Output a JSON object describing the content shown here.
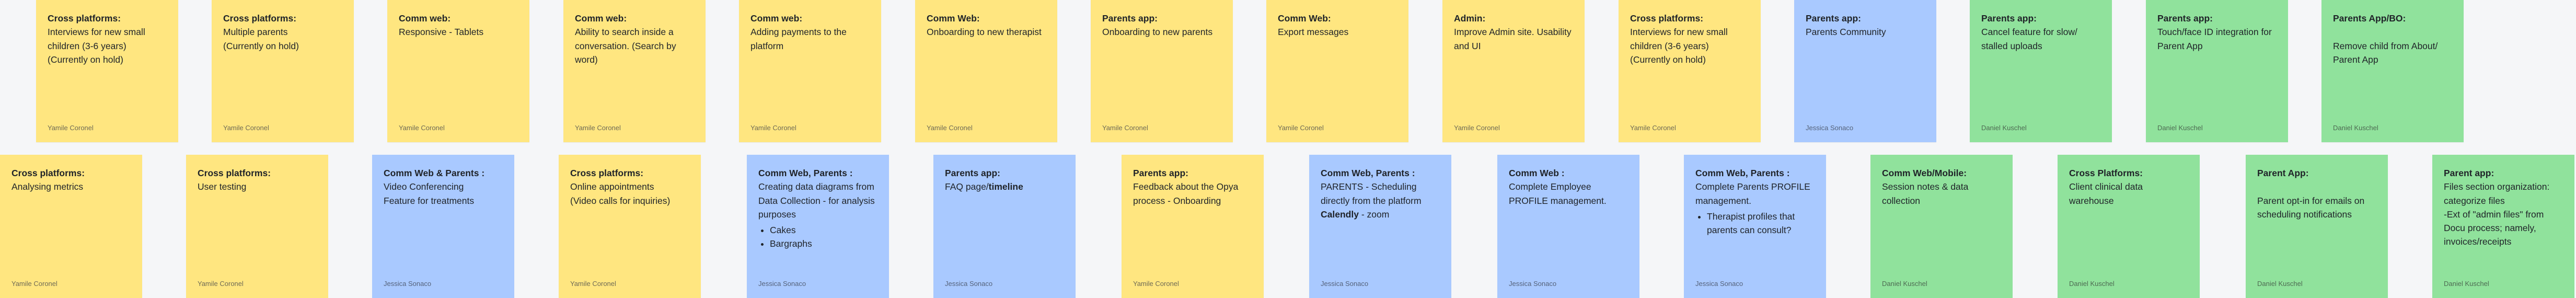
{
  "colors": {
    "background": "#f5f6f8",
    "yellow": "#ffe680",
    "blue": "#a9c9ff",
    "green": "#90e29c"
  },
  "row1": [
    {
      "color": "yellow",
      "title": "Cross platforms:",
      "body": "Interviews for new small children (3-6 years)\n(Currently on hold)",
      "author": "Yamile Coronel"
    },
    {
      "color": "yellow",
      "title": "Cross platforms:",
      "body": "Multiple parents\n(Currently on hold)",
      "author": "Yamile Coronel"
    },
    {
      "color": "yellow",
      "title": "Comm web:",
      "body": "Responsive - Tablets",
      "author": "Yamile Coronel"
    },
    {
      "color": "yellow",
      "title": "Comm web:",
      "body": "Ability to search inside a conversation. (Search by word)",
      "author": "Yamile Coronel"
    },
    {
      "color": "yellow",
      "title": "Comm web:",
      "body": "Adding payments to the platform",
      "author": "Yamile Coronel"
    },
    {
      "color": "yellow",
      "title": "Comm Web:",
      "body": "Onboarding to new therapist",
      "author": "Yamile Coronel"
    },
    {
      "color": "yellow",
      "title": "Parents app:",
      "body": "Onboarding to new parents",
      "author": "Yamile Coronel"
    },
    {
      "color": "yellow",
      "title": "Comm Web:",
      "body": "Export messages",
      "author": "Yamile Coronel"
    },
    {
      "color": "yellow",
      "title": "Admin:",
      "body": "Improve Admin site. Usability and UI",
      "author": "Yamile Coronel"
    },
    {
      "color": "yellow",
      "title": "Cross platforms:",
      "body": "Interviews for new small children (3-6 years)\n(Currently on hold)",
      "author": "Yamile Coronel"
    },
    {
      "color": "blue",
      "title": "Parents app:",
      "body": "Parents Community",
      "author": "Jessica Sonaco"
    },
    {
      "color": "green",
      "title": "Parents app:",
      "body": "Cancel feature for slow/ stalled uploads",
      "author": "Daniel Kuschel"
    },
    {
      "color": "green",
      "title": "Parents app:",
      "body": "Touch/face ID integration for Parent App",
      "author": "Daniel Kuschel"
    },
    {
      "color": "green",
      "title": "Parents App/BO:",
      "body": "\nRemove child from About/ Parent App",
      "author": "Daniel Kuschel"
    }
  ],
  "row2": [
    {
      "color": "yellow",
      "title": "Cross platforms:",
      "body": "Analysing metrics",
      "author": "Yamile Coronel"
    },
    {
      "color": "yellow",
      "title": "Cross platforms:",
      "body": "User testing",
      "author": "Yamile Coronel"
    },
    {
      "color": "blue",
      "title": "Comm Web & Parents :",
      "body": "Video Conferencing\nFeature for treatments",
      "author": "Jessica Sonaco"
    },
    {
      "color": "yellow",
      "title": "Cross platforms:",
      "body": "Online appointments\n(Video calls for inquiries)",
      "author": "Yamile Coronel"
    },
    {
      "color": "blue",
      "title": "Comm Web, Parents :",
      "body": "Creating data diagrams from Data Collection - for analysis purposes",
      "bullets": [
        "Cakes",
        "Bargraphs"
      ],
      "author": "Jessica Sonaco"
    },
    {
      "color": "blue",
      "title": "Parents app:",
      "body": "FAQ page/",
      "body_bold": "timeline",
      "author": "Jessica Sonaco"
    },
    {
      "color": "yellow",
      "title": "Parents app:",
      "body": "Feedback about the Opya process - Onboarding",
      "author": "Yamile Coronel"
    },
    {
      "color": "blue",
      "title": "Comm Web, Parents  :",
      "body": "PARENTS - Scheduling directly from the platform\n",
      "body_bold": "Calendly",
      "body_tail": " - zoom",
      "author": "Jessica Sonaco"
    },
    {
      "color": "blue",
      "title": "Comm Web  :",
      "body": "Complete Employee PROFILE management.",
      "author": "Jessica Sonaco"
    },
    {
      "color": "blue",
      "title": "Comm Web, Parents  :",
      "body": "Complete Parents PROFILE management.",
      "bullets": [
        "Therapist profiles that parents can consult?"
      ],
      "author": "Jessica Sonaco"
    },
    {
      "color": "green",
      "title": "Comm Web/Mobile:",
      "body": "Session notes & data collection",
      "author": "Daniel Kuschel"
    },
    {
      "color": "green",
      "title": "Cross Platforms:",
      "body": "Client clinical data warehouse",
      "author": "Daniel Kuschel"
    },
    {
      "color": "green",
      "title": "Parent App:",
      "body": "\nParent opt-in for emails on scheduling notifications",
      "author": "Daniel Kuschel"
    },
    {
      "color": "green",
      "title": "Parent app:",
      "body": "Files section organization: categorize files\n-Ext of \"admin files\" from Docu process; namely, invoices/receipts",
      "author": "Daniel Kuschel"
    }
  ]
}
